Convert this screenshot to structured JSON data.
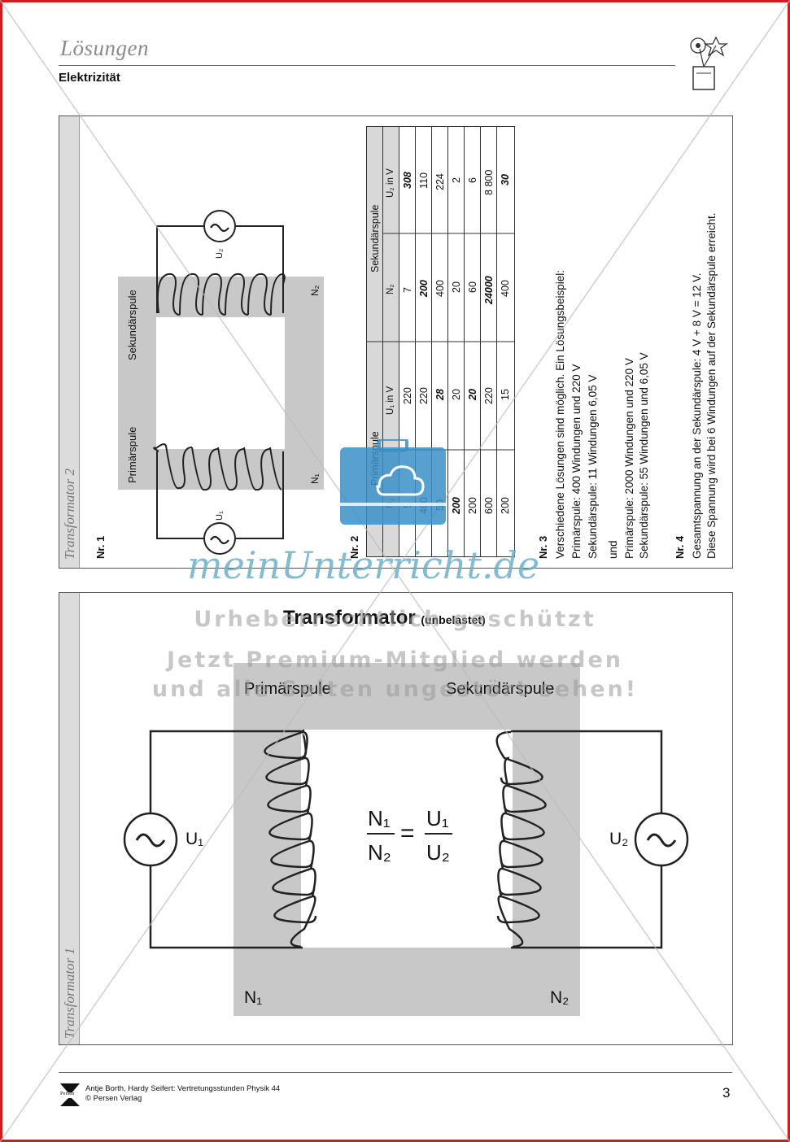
{
  "header": {
    "title": "Lösungen",
    "subject": "Elektrizität"
  },
  "panel_top": {
    "strip_label": "Transformator 2",
    "nr1": {
      "label": "Nr. 1",
      "secondary_coil": "Sekundärspule",
      "primary_coil": "Primärspule",
      "u1": "U₁",
      "u2": "U₂",
      "n1": "N₁",
      "n2": "N₂"
    },
    "nr2": {
      "label": "Nr. 2",
      "group_primary": "Primärspule",
      "group_secondary": "Sekundärspule",
      "columns": [
        "N₁",
        "U₁ in V",
        "N₂",
        "U₂ in V"
      ],
      "rows": [
        [
          "5",
          "220",
          "7",
          "308"
        ],
        [
          "400",
          "220",
          "200",
          "110"
        ],
        [
          "50",
          "28",
          "400",
          "224"
        ],
        [
          "200",
          "20",
          "20",
          "2"
        ],
        [
          "200",
          "20",
          "60",
          "6"
        ],
        [
          "600",
          "220",
          "24000",
          "8 800"
        ],
        [
          "200",
          "15",
          "400",
          "30"
        ]
      ]
    },
    "nr3": {
      "label": "Nr. 3",
      "lines": [
        "Verschiedene Lösungen sind möglich. Ein Lösungsbeispiel:",
        "Primärspule: 400 Windungen und 220 V",
        "Sekundärspule: 11 Windungen 6,05 V",
        "und",
        "Primärspule: 2000 Windungen und 220 V",
        "Sekundärspule: 55 Windungen und 6,05 V"
      ]
    },
    "nr4": {
      "label": "Nr. 4",
      "lines": [
        "Gesamtspannung an der Sekundärspule: 4 V + 8 V = 12 V.",
        "Diese Spannung wird bei 6 Windungen auf der Sekundärspule erreicht."
      ]
    }
  },
  "panel_bottom": {
    "strip_label": "Transformator 1",
    "title": "Transformator",
    "title_suffix": "(unbelastet)",
    "primary_coil": "Primärspule",
    "secondary_coil": "Sekundärspule",
    "u1": "U₁",
    "u2": "U₂",
    "n1": "N₁",
    "n2": "N₂",
    "formula": {
      "num_left": "N₁",
      "den_left": "N₂",
      "num_right": "U₁",
      "den_right": "U₂",
      "eq": "="
    }
  },
  "watermark": {
    "brand": "meinUnterricht.de",
    "line1": "Urheberrechtlich geschützt",
    "line2": "Jetzt Premium-Mitglied werden",
    "line3": "und alle Seiten ungestört sehen!"
  },
  "footer": {
    "authors": "Antje Borth, Hardy Seifert: Vertretungsstunden Physik 44",
    "publisher": "© Persen Verlag",
    "logo_text": "Persen",
    "page": "3"
  }
}
